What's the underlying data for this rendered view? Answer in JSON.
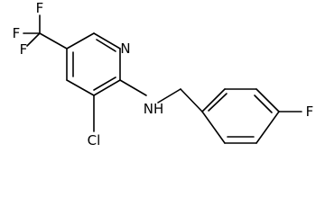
{
  "molecule": {
    "atoms": {
      "f_top": "F",
      "f_left": "F",
      "f_lower": "F",
      "n_ring": "N",
      "cl": "Cl",
      "nh": "NH",
      "f_aryl": "F"
    }
  },
  "colors": {
    "bond": "#000000",
    "label": "#000000",
    "background": "#ffffff"
  }
}
